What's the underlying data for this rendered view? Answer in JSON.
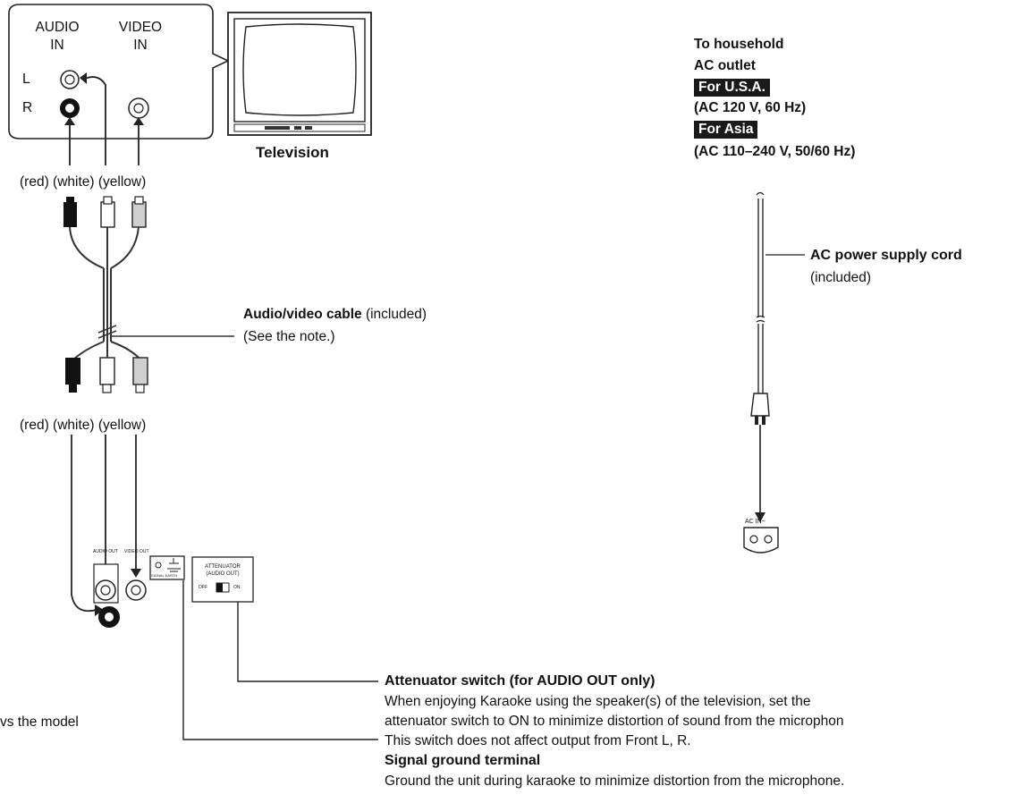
{
  "tv_panel": {
    "audio_in": [
      "AUDIO",
      "IN"
    ],
    "video_in": [
      "VIDEO",
      "IN"
    ],
    "left": "L",
    "right": "R"
  },
  "television_label": "Television",
  "plug_colors_top": "(red) (white) (yellow)",
  "plug_colors_bottom": "(red) (white) (yellow)",
  "av_cable": {
    "name": "Audio/video cable",
    "suffix": " (included)",
    "note": "(See the note.)"
  },
  "unit_panel": {
    "audio_out": "AUDIO OUT",
    "video_out": "VIDEO OUT",
    "ground": "SIGNAL EARTH",
    "attenuator": [
      "ATTENUATOR",
      "(AUDIO OUT)"
    ],
    "att_off": "OFF",
    "att_on": "ON",
    "ac_in": "AC IN~"
  },
  "power": {
    "line1": "To household",
    "line2": "AC outlet",
    "usa_tag": "For U.S.A.",
    "usa_spec": "(AC 120 V, 60 Hz)",
    "asia_tag": "For Asia",
    "asia_spec": "(AC 110–240 V, 50/60 Hz)",
    "cord_name": "AC power supply cord",
    "cord_note": "(included)"
  },
  "attenuator_callout": {
    "title": "Attenuator switch (for AUDIO OUT only)",
    "line1": "When enjoying Karaoke using the speaker(s) of the television, set the",
    "line2": "attenuator switch to ON to minimize distortion of sound from the microphon",
    "line3": "This switch does not affect output from Front L, R."
  },
  "ground_callout": {
    "title": "Signal ground terminal",
    "line1": "Ground the unit during karaoke to minimize distortion from the microphone."
  },
  "left_fragment": "vs the model"
}
